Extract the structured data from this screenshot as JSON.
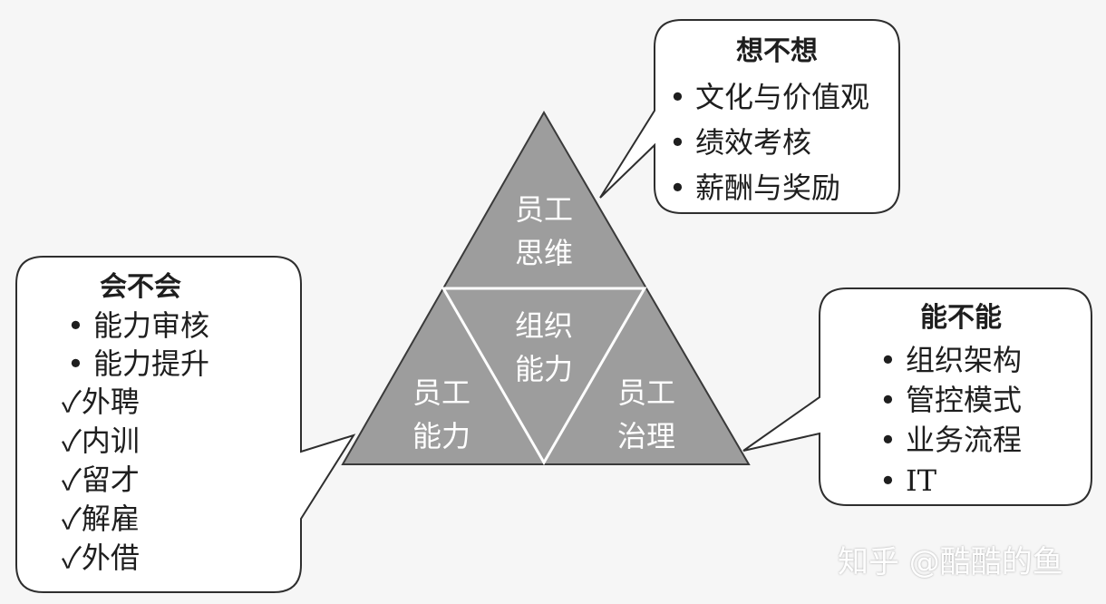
{
  "triangle": {
    "top_label": [
      "员工",
      "思维"
    ],
    "center_label": [
      "组织",
      "能力"
    ],
    "left_label": [
      "员工",
      "能力"
    ],
    "right_label": [
      "员工",
      "治理"
    ]
  },
  "callouts": {
    "top_right": {
      "title": "想不想",
      "items": [
        "• 文化与价值观",
        "• 绩效考核",
        "• 薪酬与奖励"
      ]
    },
    "left": {
      "title": "会不会",
      "items": [
        "• 能力审核",
        "• 能力提升",
        "✓外聘",
        "✓内训",
        "✓留才",
        "✓解雇",
        "✓外借"
      ]
    },
    "right": {
      "title": "能不能",
      "items": [
        "• 组织架构",
        "• 管控模式",
        "• 业务流程",
        "• IT"
      ]
    }
  },
  "watermark": "知乎 @酷酷的鱼",
  "colors": {
    "triangle_fill": "#9d9d9d",
    "line": "#ffffff",
    "outline": "#3a3a3a",
    "callout_fill": "#ffffff"
  }
}
